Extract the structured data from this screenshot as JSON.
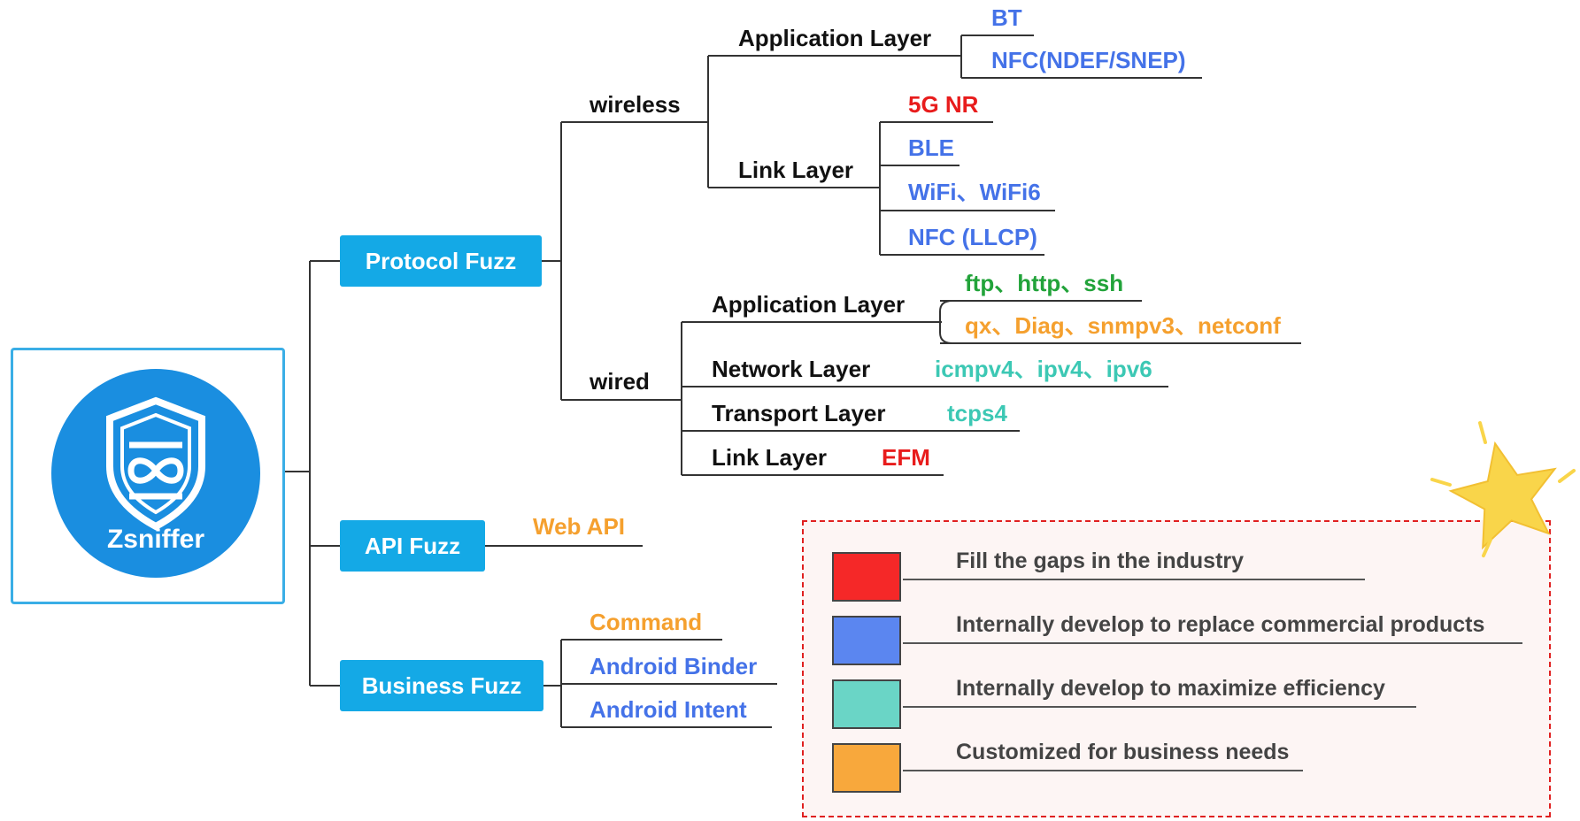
{
  "logo": {
    "text": "Zsniffer"
  },
  "protocol": {
    "label": "Protocol Fuzz",
    "wireless": {
      "label": "wireless",
      "application": {
        "label": "Application Layer",
        "items": [
          "BT",
          "NFC(NDEF/SNEP)"
        ]
      },
      "link": {
        "label": "Link Layer",
        "items": [
          "5G NR",
          "BLE",
          "WiFi、WiFi6",
          "NFC (LLCP)"
        ]
      }
    },
    "wired": {
      "label": "wired",
      "application": {
        "label": "Application Layer",
        "items": [
          "ftp、http、ssh",
          "qx、Diag、snmpv3、netconf"
        ]
      },
      "network": {
        "label": "Network Layer",
        "item": "icmpv4、ipv4、ipv6"
      },
      "transport": {
        "label": "Transport Layer",
        "item": "tcps4"
      },
      "link": {
        "label": "Link Layer",
        "item": "EFM"
      }
    }
  },
  "api": {
    "label": "API Fuzz",
    "item": "Web API"
  },
  "business": {
    "label": "Business Fuzz",
    "items": [
      "Command",
      "Android Binder",
      "Android Intent"
    ]
  },
  "legend": [
    {
      "color": "#f52828",
      "text": "Fill the gaps in the industry"
    },
    {
      "color": "#5b86f0",
      "text": "Internally develop to replace commercial products"
    },
    {
      "color": "#6ad5c6",
      "text": "Internally develop to maximize efficiency"
    },
    {
      "color": "#f8a83c",
      "text": "Customized for business needs"
    }
  ],
  "colors": {
    "node": "#14a9e6",
    "blue": "#4472e8",
    "red": "#e81c1c",
    "green": "#22a33a",
    "orange": "#f5a02e",
    "teal": "#3cc8b4",
    "star": "#f9d54a"
  }
}
